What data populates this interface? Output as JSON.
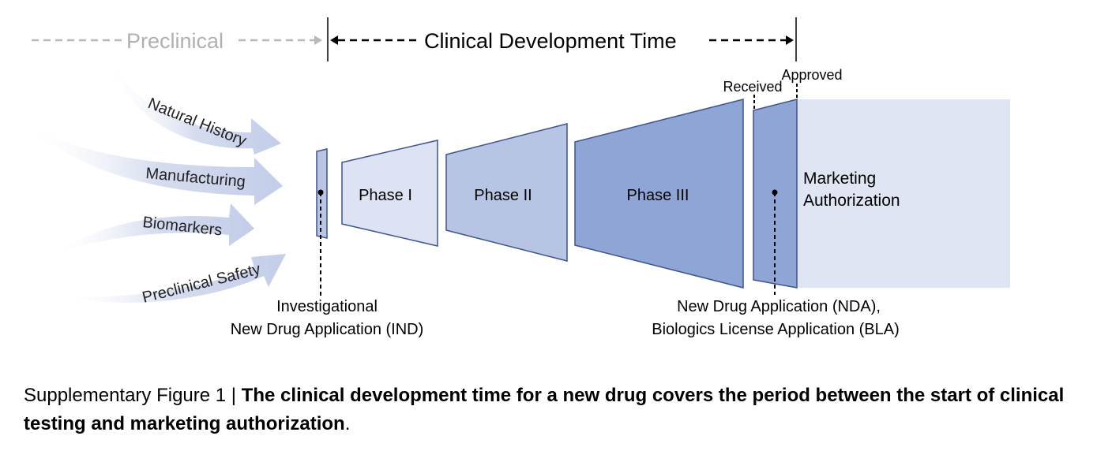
{
  "timeline": {
    "preclinical_label": "Preclinical",
    "clinical_label": "Clinical Development Time"
  },
  "inputs": [
    {
      "label": "Natural History"
    },
    {
      "label": "Manufacturing"
    },
    {
      "label": "Biomarkers"
    },
    {
      "label": "Preclinical Safety"
    }
  ],
  "phases": [
    {
      "label": "Phase I"
    },
    {
      "label": "Phase II"
    },
    {
      "label": "Phase III"
    }
  ],
  "milestones": {
    "ind_line1": "Investigational",
    "ind_line2": "New Drug Application (IND)",
    "received": "Received",
    "approved": "Approved",
    "nda_line1": "New Drug Application (NDA),",
    "nda_line2": "Biologics License Application (BLA)"
  },
  "marketing": {
    "line1": "Marketing",
    "line2": "Authorization"
  },
  "caption": {
    "prefix": "Supplementary Figure 1 | ",
    "bold": "The clinical development time for a new drug covers the period between the start of clinical testing and marketing authorization",
    "suffix": "."
  },
  "colors": {
    "phase1": "#dde3f2",
    "phase2": "#b7c4e4",
    "phase3": "#8fa5d6",
    "review": "#8fa5d6",
    "marketing": "#dfe5f3",
    "arrow": "#d5dcef",
    "outline": "#3e548e"
  }
}
